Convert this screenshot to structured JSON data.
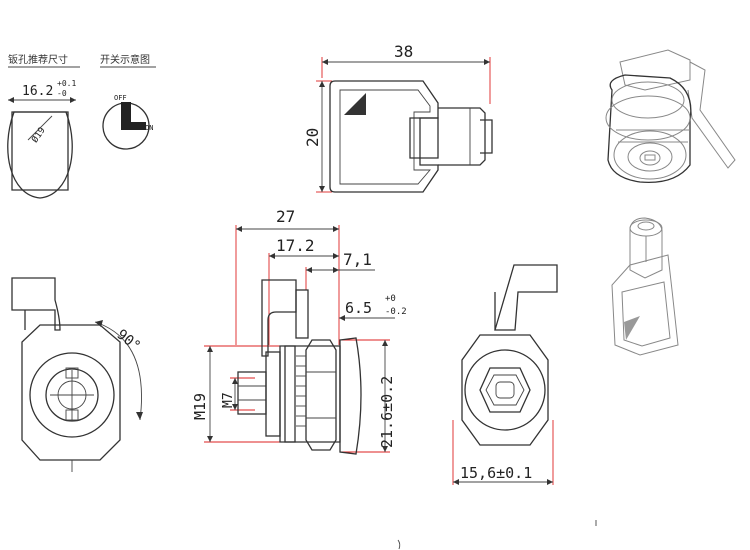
{
  "labels": {
    "cutout_title": "钣孔推荐尺寸",
    "switch_title": "开关示意图",
    "off": "OFF",
    "on": "ON"
  },
  "dimensions": {
    "cutout_width": "16.2",
    "cutout_tol_upper": "+0.1",
    "cutout_tol_lower": "-0",
    "cutout_diameter": "Ø19",
    "key_length": "38",
    "key_height": "20",
    "length_total": "27",
    "length_body": "17.2",
    "cam_offset": "7,1",
    "cam_thickness": "6.5",
    "cam_tol_upper": "+0",
    "cam_tol_lower": "-0.2",
    "thread_major": "M19",
    "thread_minor": "M7",
    "face_diameter": "21.6±0.2",
    "rotation": "90°",
    "across_flats": "15,6±0.1"
  }
}
